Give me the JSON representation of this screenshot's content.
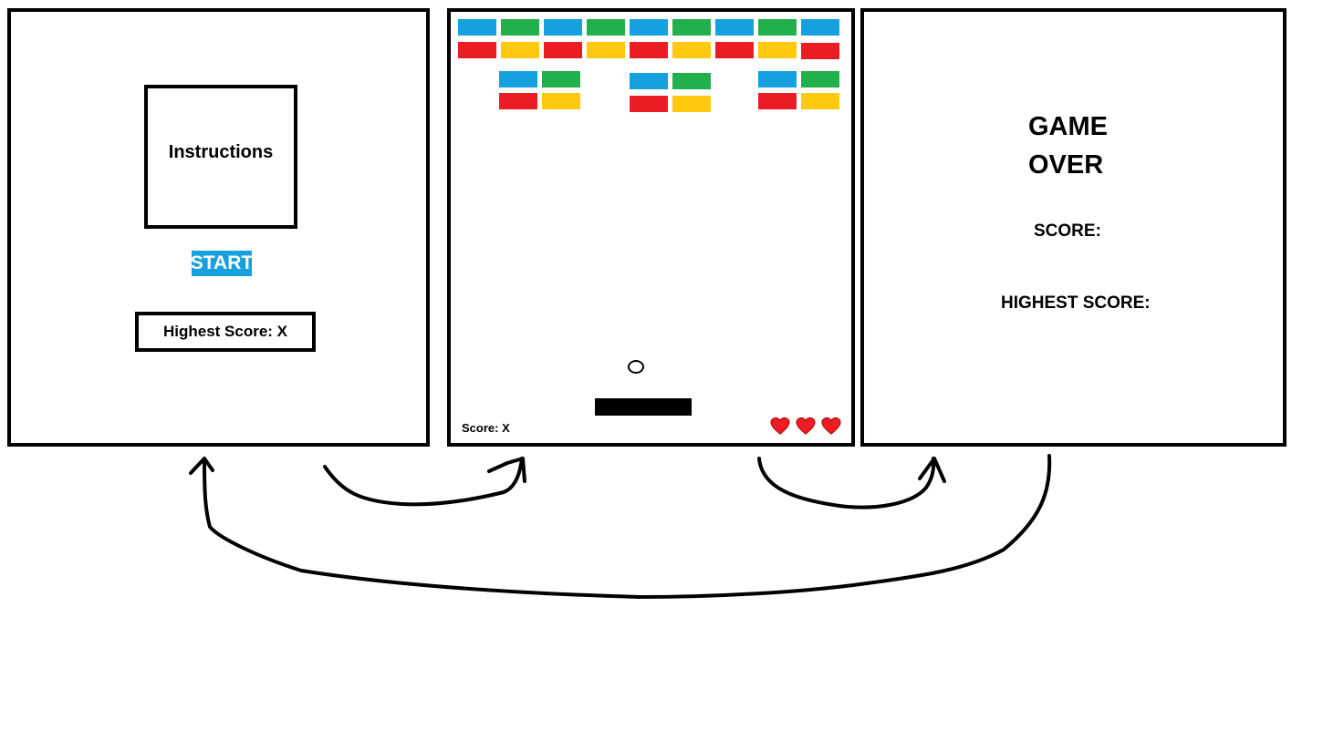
{
  "menu": {
    "instructions_label": "Instructions",
    "start_label": "START",
    "highest_score_label": "Highest Score: X"
  },
  "game": {
    "score_label": "Score: X",
    "lives": 3
  },
  "game_over": {
    "title_line1": "GAME",
    "title_line2": "OVER",
    "score_label": "SCORE:",
    "highest_score_label": "HIGHEST SCORE:"
  },
  "colors": {
    "blue": "#15a0e0",
    "green": "#22b04c",
    "red": "#ec1c24",
    "yellow": "#ffc90e",
    "start_button": "#16a0dd"
  },
  "bricks": {
    "top_row_1": [
      "blue",
      "green",
      "blue",
      "green",
      "blue",
      "green",
      "blue",
      "green",
      "blue"
    ],
    "top_row_2": [
      "red",
      "yellow",
      "red",
      "yellow",
      "red",
      "yellow",
      "red",
      "yellow",
      "red"
    ],
    "groups_row_1": [
      "blue",
      "green",
      "blue",
      "green",
      "blue",
      "green"
    ],
    "groups_row_2": [
      "red",
      "yellow",
      "red",
      "yellow",
      "red",
      "yellow"
    ]
  }
}
